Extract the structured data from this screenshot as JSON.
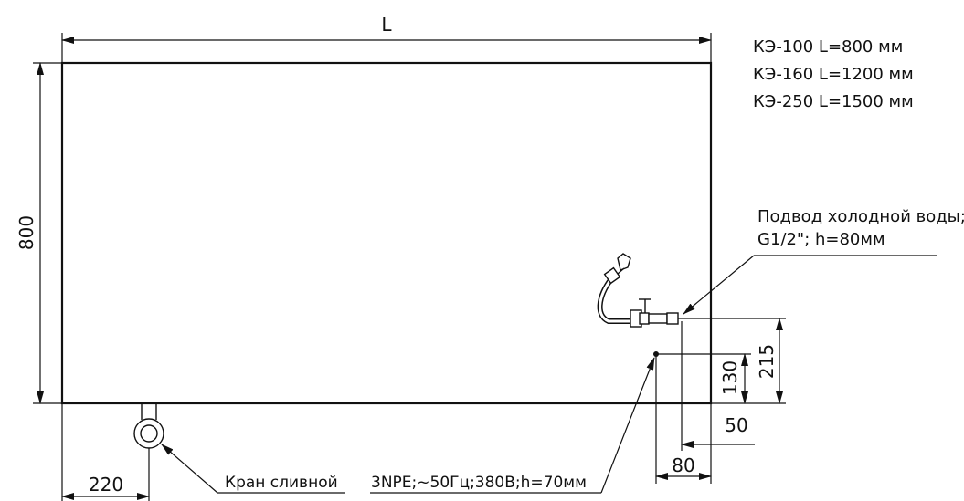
{
  "dimensions": {
    "length_label": "L",
    "height_label": "800",
    "drain_offset": "220",
    "inlet_offset": "80",
    "power_offset": "50",
    "power_height": "130",
    "inlet_height": "215"
  },
  "models": [
    "КЭ-100 L=800 мм",
    "КЭ-160 L=1200 мм",
    "КЭ-250 L=1500 мм"
  ],
  "callouts": {
    "water_inlet_line1": "Подвод холодной воды;",
    "water_inlet_line2": "G1/2\"; h=80мм",
    "drain_valve": "Кран сливной",
    "power_supply": "3NPE;~50Гц;380В;h=70мм"
  },
  "colors": {
    "line": "#111111",
    "background": "#ffffff"
  }
}
